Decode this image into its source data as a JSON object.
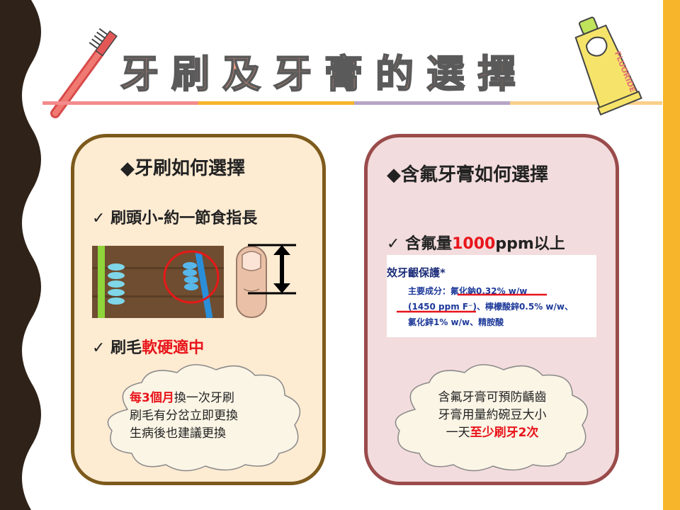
{
  "title": "牙刷及牙膏的選擇",
  "left_panel": {
    "heading": "◆牙刷如何選擇",
    "item1": "✓ 刷頭小-約一節食指長",
    "item2_prefix": "✓ 刷毛",
    "item2_highlight": "軟硬適中",
    "cloud": {
      "line1_highlight": "每3個月",
      "line1_rest": "換一次牙刷",
      "line2": "刷毛有分岔立即更換",
      "line3": "生病後也建議更換"
    }
  },
  "right_panel": {
    "heading": "◆含氟牙膏如何選擇",
    "item1_prefix": "✓ 含氟量",
    "item1_highlight": "1000",
    "item1_suffix": "ppm以上",
    "label": {
      "line1": "效牙齦保護*",
      "line2": "主要成分：氟化鈉0.32% w/w",
      "line3": "(1450 ppm F⁻)、檸檬酸鋅0.5% w/w、",
      "line4": "氯化鋅1% w/w、精胺酸"
    },
    "cloud": {
      "line1": "含氟牙膏可預防齲齒",
      "line2": "牙膏用量約碗豆大小",
      "line3_prefix": "一天",
      "line3_highlight": "至少刷牙2次"
    }
  },
  "toothpaste_text": "FLUORIDE",
  "colors": {
    "left_border": "#7d5a1c",
    "right_border": "#9a4b4b",
    "accent_red": "#e8151b",
    "side_bar": "#f7b52b"
  }
}
